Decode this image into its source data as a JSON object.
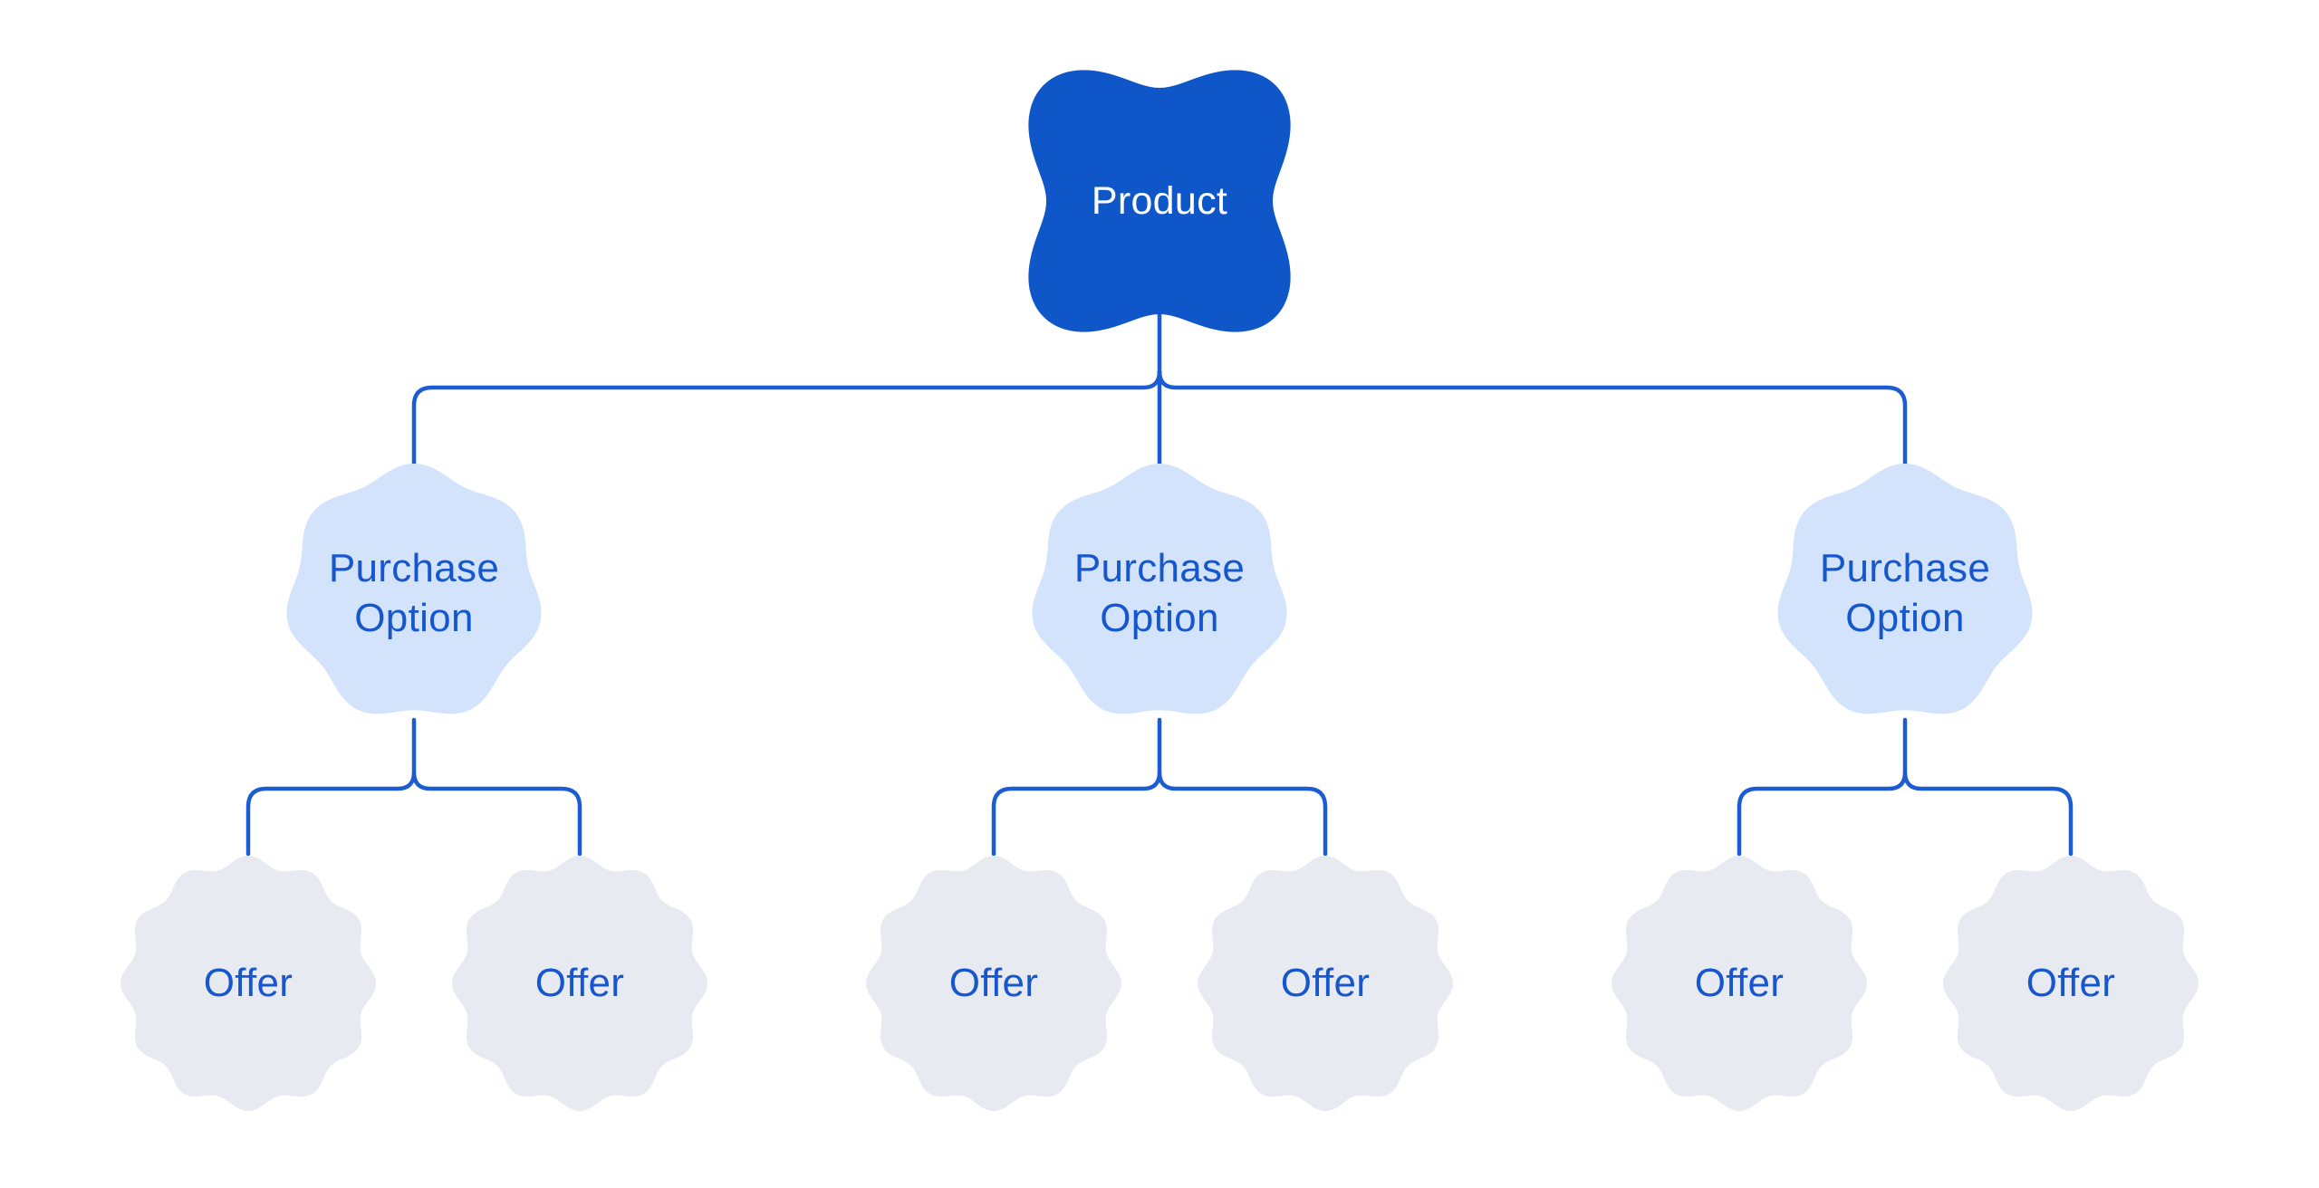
{
  "diagram": {
    "type": "tree",
    "background": "#ffffff",
    "colors": {
      "product_fill": "#0F56C9",
      "product_text": "#FFFFFF",
      "po_fill": "#D3E3FC",
      "offer_fill": "#E8EAF2",
      "node_text": "#1757CE",
      "connector": "#1C5CD3"
    },
    "nodes": {
      "product": {
        "label": "Product"
      },
      "purchase_options": [
        {
          "label": "Purchase Option",
          "offers": [
            {
              "label": "Offer"
            },
            {
              "label": "Offer"
            }
          ]
        },
        {
          "label": "Purchase Option",
          "offers": [
            {
              "label": "Offer"
            },
            {
              "label": "Offer"
            }
          ]
        },
        {
          "label": "Purchase Option",
          "offers": [
            {
              "label": "Offer"
            },
            {
              "label": "Offer"
            }
          ]
        }
      ]
    }
  }
}
